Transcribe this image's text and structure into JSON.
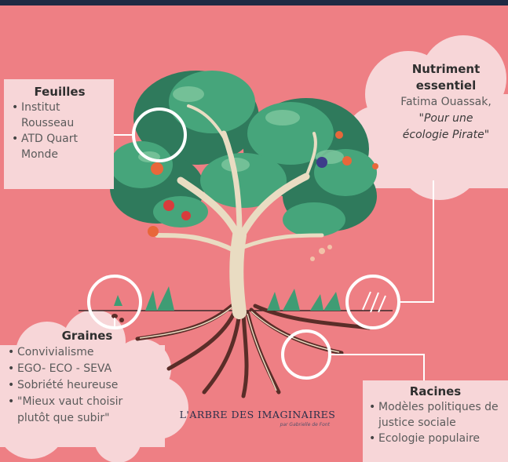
{
  "feuilles": {
    "title": "Feuilles",
    "items": [
      "Institut Rousseau",
      "ATD Quart Monde"
    ]
  },
  "nutriment": {
    "title_line1": "Nutriment",
    "title_line2": "essentiel",
    "author": "Fatima Ouassak,",
    "quote_line1": "\"Pour une",
    "quote_line2": "écologie Pirate\""
  },
  "graines": {
    "title": "Graines",
    "items": [
      "Convivialisme",
      "EGO- ECO - SEVA",
      "Sobriété heureuse",
      "\"Mieux vaut choisir plutôt que subir\""
    ]
  },
  "racines": {
    "title": "Racines",
    "items": [
      "Modèles politiques de justice sociale",
      "Ecologie populaire"
    ]
  },
  "footer": {
    "title": "L'ARBRE DES IMAGINAIRES",
    "subtitle": "par Gabrielle de Font"
  },
  "colors": {
    "background": "#ee7f84",
    "box": "#f7d6d8",
    "leaf": "#3f9c74",
    "trunk": "#e9dcc2",
    "root": "#5a2d28"
  }
}
